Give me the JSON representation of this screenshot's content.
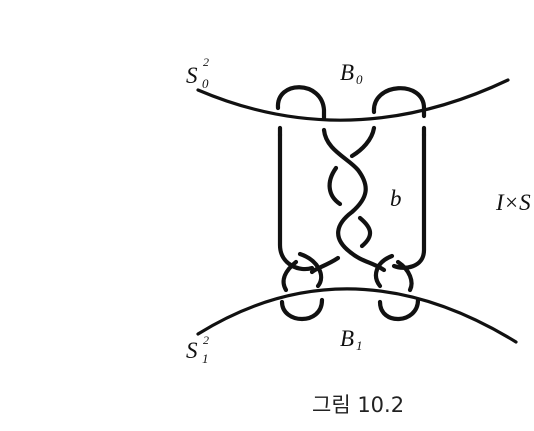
{
  "labels": {
    "s0": "S",
    "s0_sup": "2",
    "s0_sub": "0",
    "s1": "S",
    "s1_sup": "2",
    "s1_sub": "1",
    "b0": "B",
    "b0_sub": "0",
    "b1": "B",
    "b1_sub": "1",
    "braid": "b",
    "product": "I×S"
  },
  "caption": "그림 10.2",
  "colors": {
    "ink": "#111111",
    "background": "#ffffff"
  }
}
